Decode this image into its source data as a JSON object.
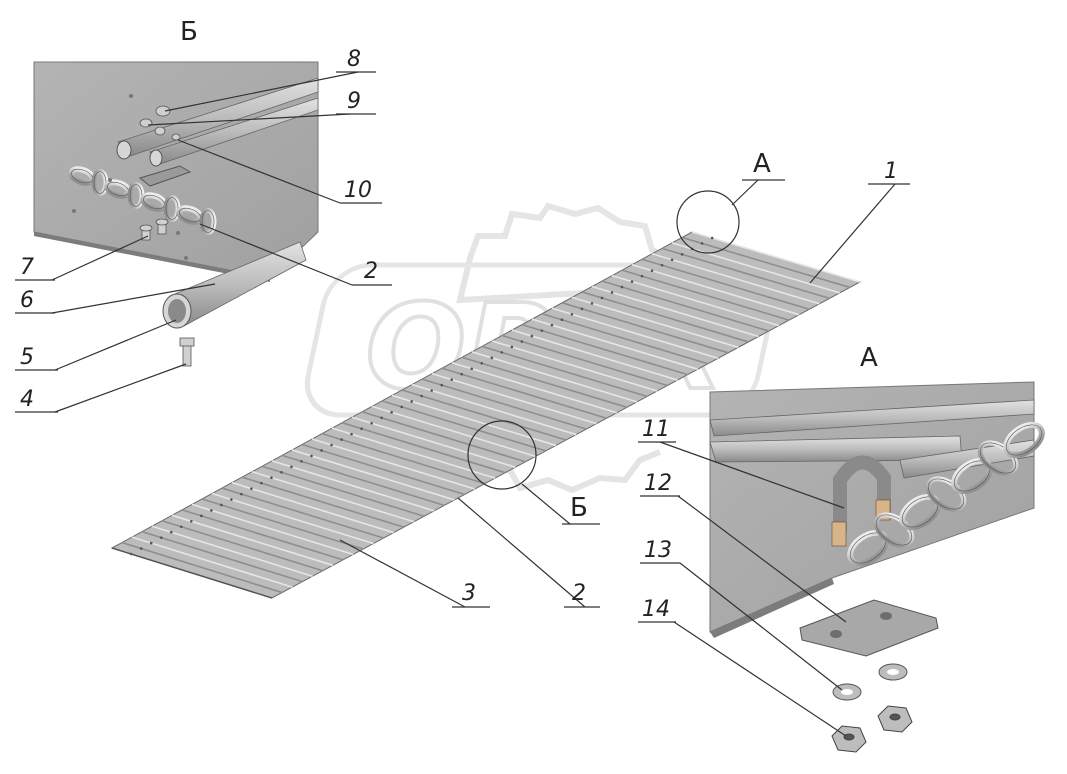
{
  "views": {
    "detail_b": {
      "title": "Б"
    },
    "detail_a": {
      "title": "А"
    },
    "callout_a": {
      "label": "А"
    },
    "callout_b": {
      "label": "Б"
    }
  },
  "watermark": {
    "text": "OPEX",
    "color": "#d8d8d8"
  },
  "parts": [
    {
      "id": "p1",
      "num": "1"
    },
    {
      "id": "p2a",
      "num": "2"
    },
    {
      "id": "p2b",
      "num": "2"
    },
    {
      "id": "p3",
      "num": "3"
    },
    {
      "id": "p4",
      "num": "4"
    },
    {
      "id": "p5",
      "num": "5"
    },
    {
      "id": "p6",
      "num": "6"
    },
    {
      "id": "p7",
      "num": "7"
    },
    {
      "id": "p8",
      "num": "8"
    },
    {
      "id": "p9",
      "num": "9"
    },
    {
      "id": "p10",
      "num": "10"
    },
    {
      "id": "p11",
      "num": "11"
    },
    {
      "id": "p12",
      "num": "12"
    },
    {
      "id": "p13",
      "num": "13"
    },
    {
      "id": "p14",
      "num": "14"
    }
  ],
  "colors": {
    "plate": "#a9a9a9",
    "plate_dark": "#8e8e8e",
    "slat": "#c4c4c4",
    "chain": "#bcbcbc"
  }
}
